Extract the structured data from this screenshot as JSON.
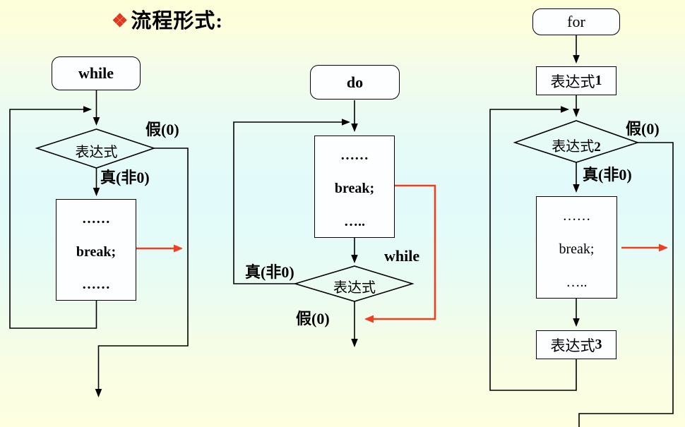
{
  "title": {
    "bullet": "❖",
    "text": "流程形式:"
  },
  "colors": {
    "background_top": "#fdffd9",
    "background_middle": "#e2fbfa",
    "background_bottom": "#feffe0",
    "line": "#000000",
    "red_arrow": "#ef3e20",
    "bullet_red": "#e0391f"
  },
  "charts": {
    "while_chart": {
      "header": "while",
      "condition": "表达式",
      "false_label": "假(0)",
      "true_label": "真(非0)",
      "body": [
        "……",
        "break;",
        "……"
      ]
    },
    "do_chart": {
      "header": "do",
      "body": [
        "……",
        "break;",
        "….."
      ],
      "condition": "表达式",
      "while_label": "while",
      "true_label": "真(非0)",
      "false_label": "假(0)"
    },
    "for_chart": {
      "header": "for",
      "expr1": {
        "text": "表达式",
        "num": "1"
      },
      "condition": {
        "text": "表达式",
        "num": "2"
      },
      "false_label": "假(0)",
      "true_label": "真(非0)",
      "body": [
        "……",
        "break;",
        "….."
      ],
      "expr3": {
        "text": "表达式",
        "num": "3"
      }
    }
  }
}
